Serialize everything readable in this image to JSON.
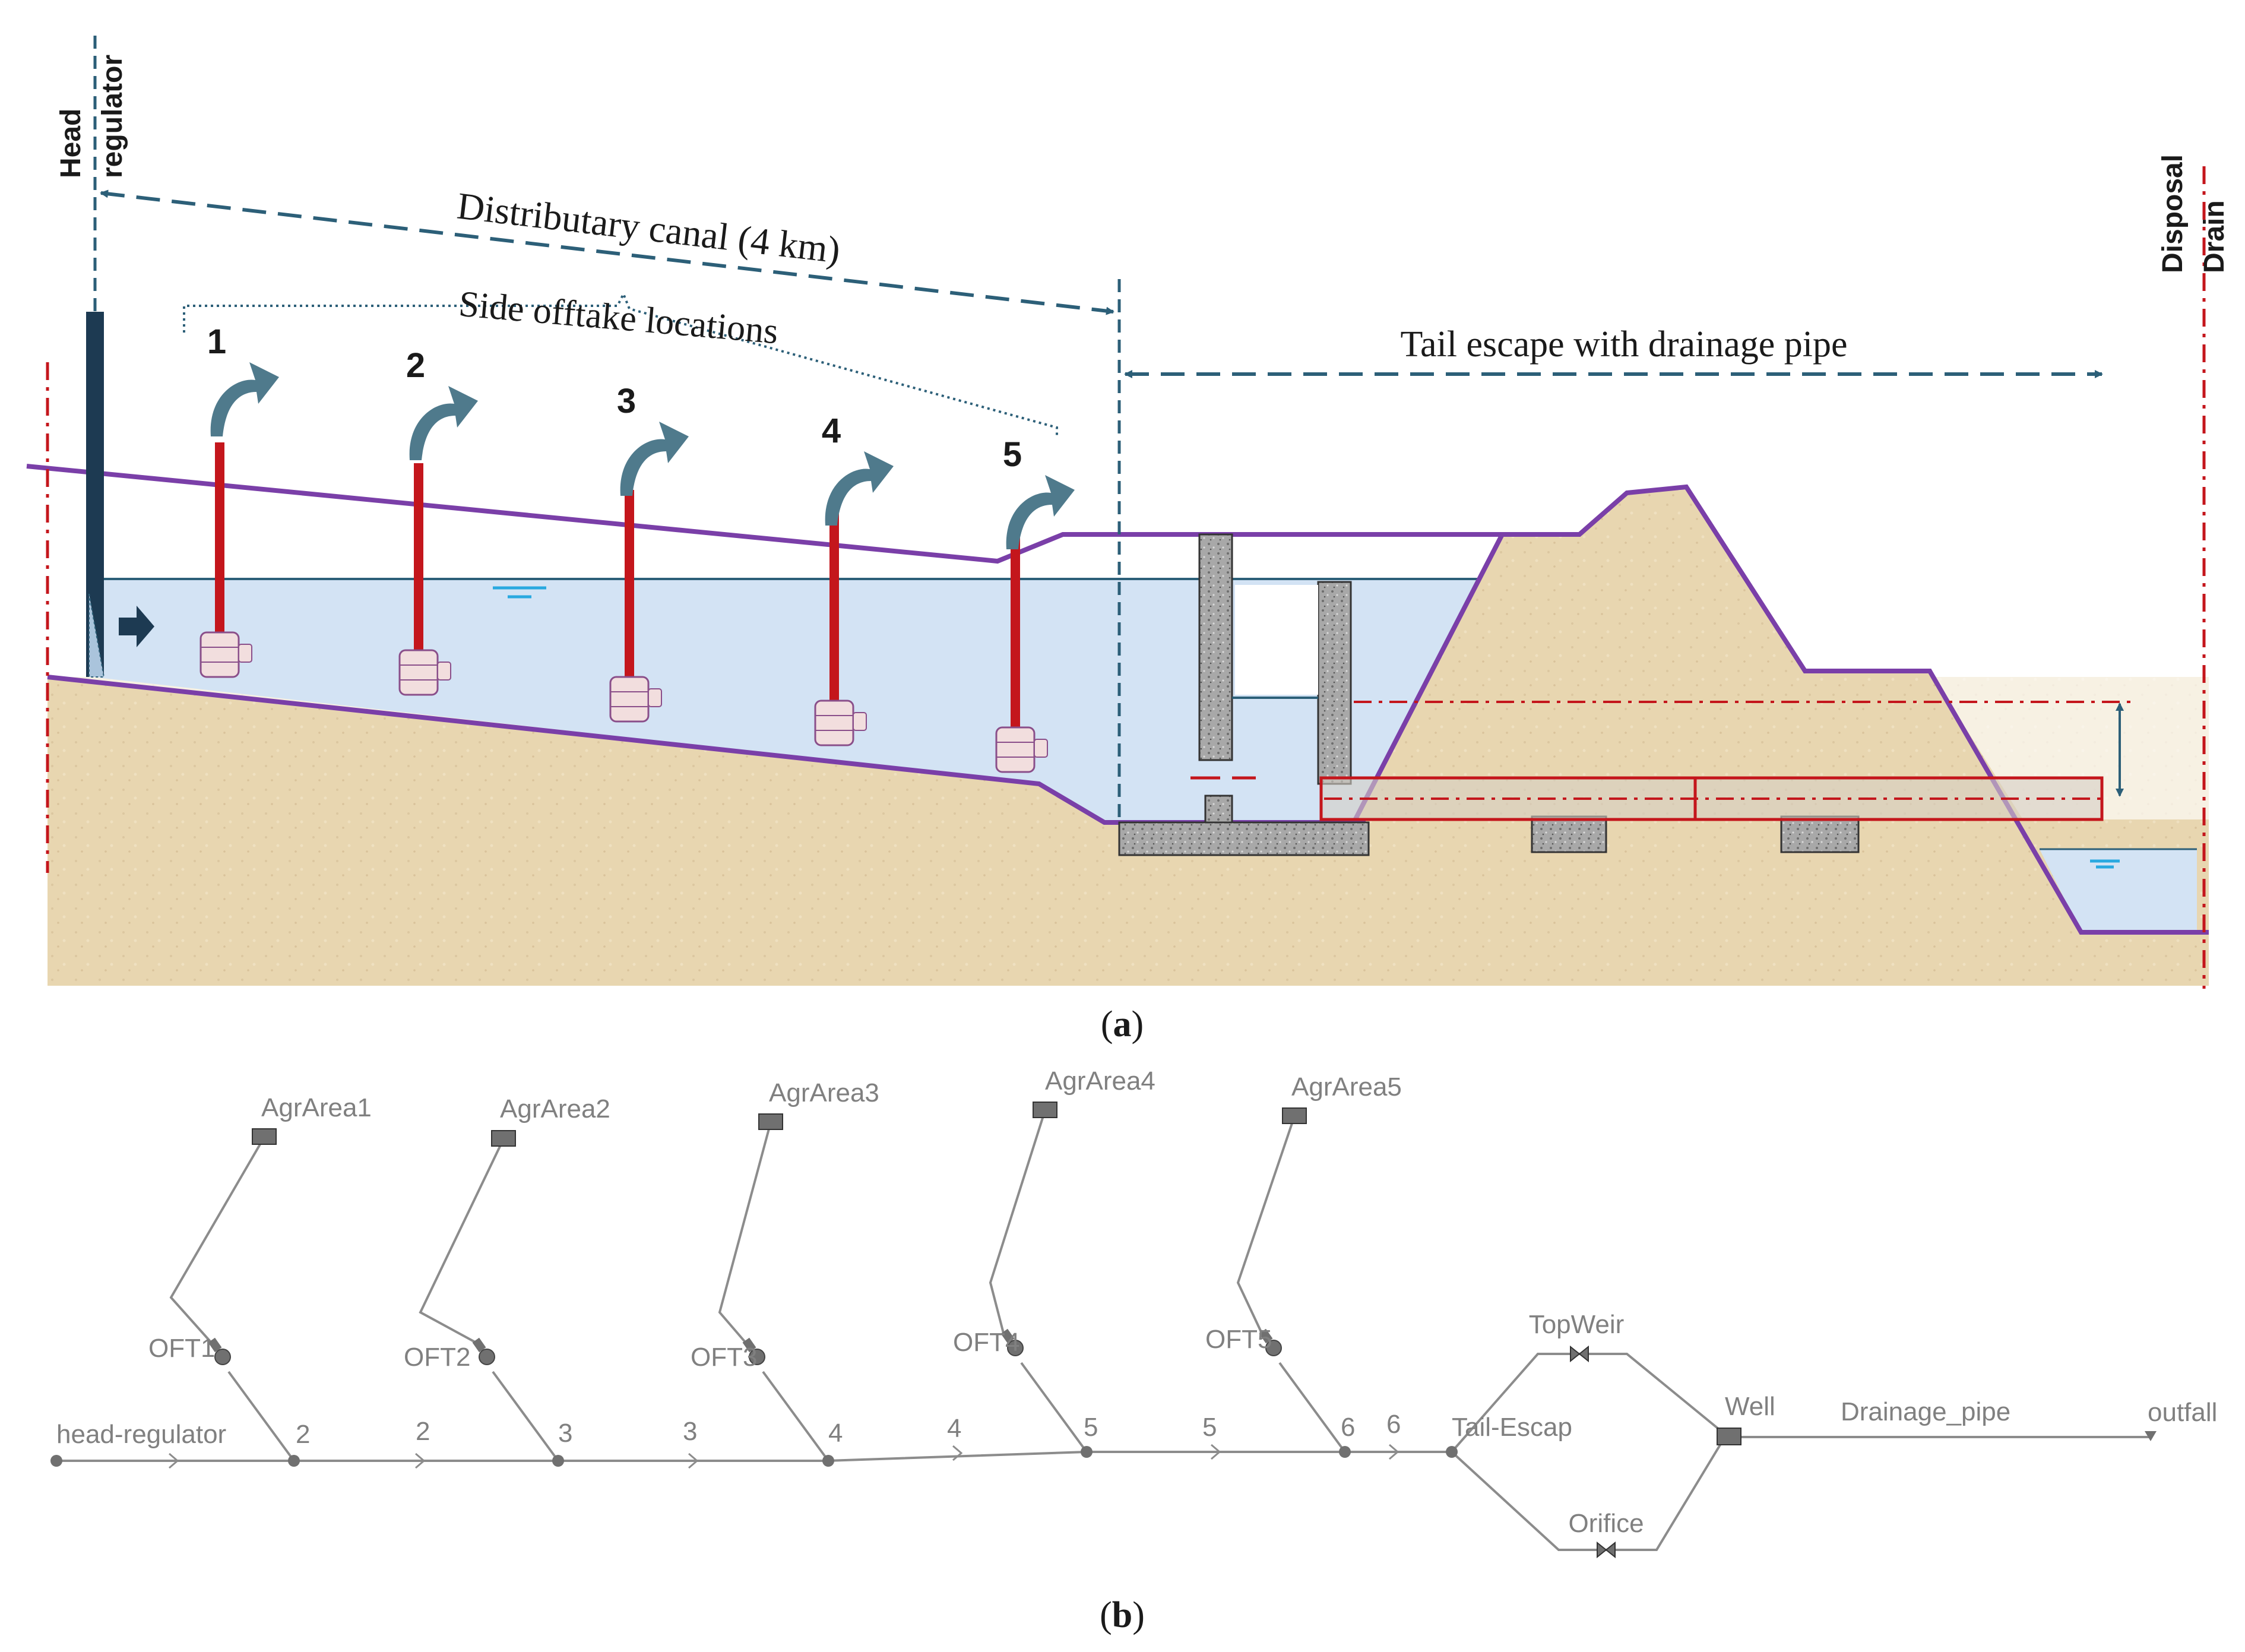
{
  "panel_a": {
    "caption": "(a)",
    "caption_letter": "a",
    "head_regulator_label_line1": "Head",
    "head_regulator_label_line2": "regulator",
    "disposal_drain_label_line1": "Disposal",
    "disposal_drain_label_line2": "Drain",
    "distributary_canal_label": "Distributary canal (4 km)",
    "side_offtake_label": "Side offtake locations",
    "tail_escape_label": "Tail escape with drainage pipe",
    "offtake_numbers": [
      "1",
      "2",
      "3",
      "4",
      "5"
    ],
    "colors": {
      "soil": "#e8d6b0",
      "water": "#d3e3f4",
      "canal_outline": "#7a3fa8",
      "pump_pipe": "#c4161c",
      "dashed_arrow": "#2c5f78",
      "red_dashdot": "#c4161c",
      "concrete": "#9a9a9a"
    }
  },
  "panel_b": {
    "caption": "(b)",
    "caption_letter": "b",
    "agr_areas": [
      "AgrArea1",
      "AgrArea2",
      "AgrArea3",
      "AgrArea4",
      "AgrArea5"
    ],
    "offtakes": [
      "OFT1",
      "OFT2",
      "OFT3",
      "OFT4",
      "OFT5"
    ],
    "main_links": [
      "head-regulator",
      "2",
      "3",
      "4",
      "5",
      "6"
    ],
    "junctions": [
      "2",
      "3",
      "4",
      "5",
      "6",
      "Tail-Escap"
    ],
    "top_weir": "TopWeir",
    "orifice": "Orifice",
    "well": "Well",
    "drainage_pipe": "Drainage_pipe",
    "outfall": "outfall",
    "colors": {
      "line": "#8c8c8c",
      "node": "#707070",
      "text": "#808080"
    }
  }
}
